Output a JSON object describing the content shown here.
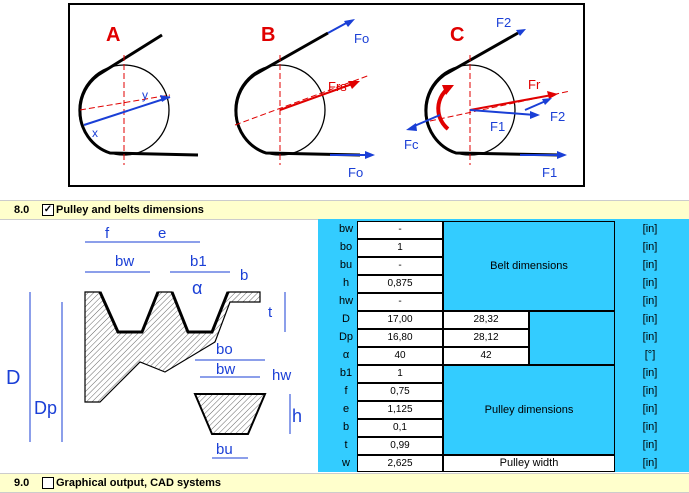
{
  "force_diagram": {
    "panels": [
      {
        "letter": "A",
        "labels": [
          "y",
          "x"
        ]
      },
      {
        "letter": "B",
        "labels": [
          "Fo",
          "Frs",
          "Fo"
        ]
      },
      {
        "letter": "C",
        "labels": [
          "F2",
          "Fr",
          "F2",
          "F1",
          "Fc",
          "F1"
        ]
      }
    ]
  },
  "section_8": {
    "number": "8.0",
    "checked": true,
    "title": "Pulley and belts dimensions"
  },
  "section_9": {
    "number": "9.0",
    "checked": false,
    "title": "Graphical output, CAD systems"
  },
  "pulley_diagram": {
    "labels": {
      "f": "f",
      "e": "e",
      "bw": "bw",
      "b1": "b1",
      "b": "b",
      "alpha": "α",
      "t": "t",
      "D": "D",
      "Dp": "Dp",
      "bo": "bo",
      "bw2": "bw",
      "hw": "hw",
      "h": "h",
      "bu": "bu"
    }
  },
  "table": {
    "rows": [
      {
        "sym": "bw",
        "v1": "-",
        "v2": "",
        "unit": "[in]"
      },
      {
        "sym": "bo",
        "v1": "1",
        "v2": "",
        "unit": "[in]"
      },
      {
        "sym": "bu",
        "v1": "-",
        "v2": "",
        "unit": "[in]"
      },
      {
        "sym": "h",
        "v1": "0,875",
        "v2": "",
        "unit": "[in]"
      },
      {
        "sym": "hw",
        "v1": "-",
        "v2": "",
        "unit": "[in]"
      },
      {
        "sym": "D",
        "v1": "17,00",
        "v2": "28,32",
        "unit": "[in]"
      },
      {
        "sym": "Dp",
        "v1": "16,80",
        "v2": "28,12",
        "unit": "[in]"
      },
      {
        "sym": "α",
        "v1": "40",
        "v2": "42",
        "unit": "[°]"
      },
      {
        "sym": "b1",
        "v1": "1",
        "v2": "",
        "unit": "[in]"
      },
      {
        "sym": "f",
        "v1": "0,75",
        "v2": "",
        "unit": "[in]"
      },
      {
        "sym": "e",
        "v1": "1,125",
        "v2": "",
        "unit": "[in]"
      },
      {
        "sym": "b",
        "v1": "0,1",
        "v2": "",
        "unit": "[in]"
      },
      {
        "sym": "t",
        "v1": "0,99",
        "v2": "",
        "unit": "[in]"
      },
      {
        "sym": "w",
        "v1": "2,625",
        "v2": "Pulley width",
        "unit": "[in]"
      }
    ],
    "belt_dimensions_label": "Belt dimensions",
    "pulley_dimensions_label": "Pulley dimensions"
  }
}
